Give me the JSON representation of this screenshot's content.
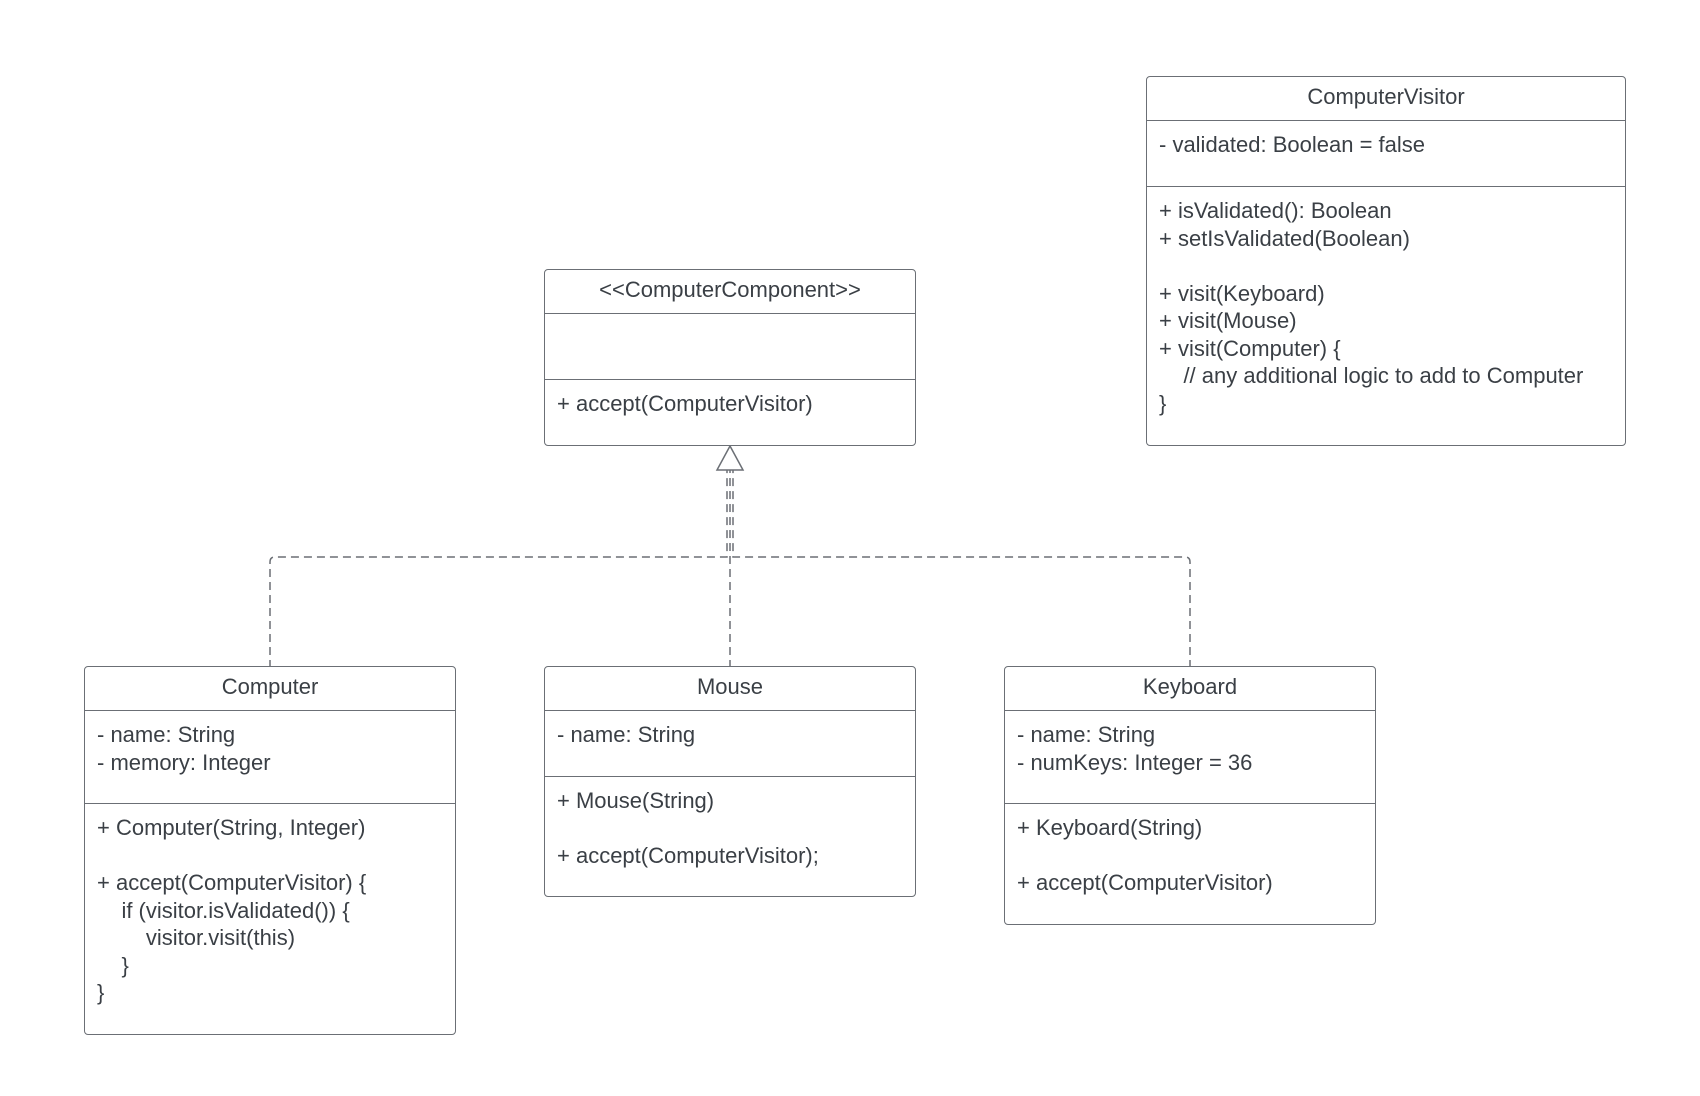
{
  "colors": {
    "stroke": "#6b6f75",
    "text": "#3a3f45",
    "background": "#ffffff"
  },
  "classes": {
    "visitor": {
      "name": "ComputerVisitor",
      "attributes": [
        "- validated: Boolean = false"
      ],
      "operations": [
        "+ isValidated(): Boolean",
        "+ setIsValidated(Boolean)",
        "",
        "+ visit(Keyboard)",
        "+ visit(Mouse)",
        "+ visit(Computer) {",
        "    // any additional logic to add to Computer",
        "}"
      ]
    },
    "component": {
      "name": "<<ComputerComponent>>",
      "attributes": [],
      "operations": [
        "+ accept(ComputerVisitor)"
      ]
    },
    "computer": {
      "name": "Computer",
      "attributes": [
        "- name: String",
        "- memory: Integer"
      ],
      "operations": [
        "+ Computer(String, Integer)",
        "",
        "+ accept(ComputerVisitor) {",
        "    if (visitor.isValidated()) {",
        "        visitor.visit(this)",
        "    }",
        "}"
      ]
    },
    "mouse": {
      "name": "Mouse",
      "attributes": [
        "- name: String"
      ],
      "operations": [
        "+ Mouse(String)",
        "",
        "+ accept(ComputerVisitor);"
      ]
    },
    "keyboard": {
      "name": "Keyboard",
      "attributes": [
        "- name: String",
        "- numKeys: Integer = 36"
      ],
      "operations": [
        "+ Keyboard(String)",
        "",
        "+ accept(ComputerVisitor)"
      ]
    }
  }
}
